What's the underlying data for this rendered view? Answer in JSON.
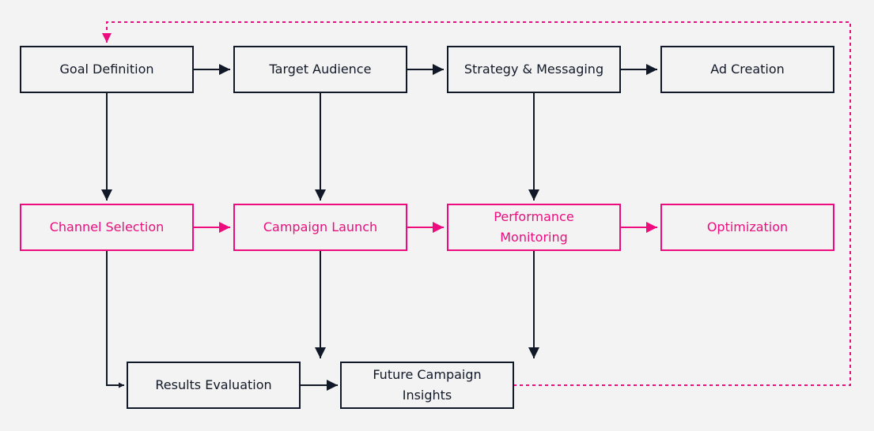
{
  "colors": {
    "primary": "#111827",
    "accent": "#ec0c7e",
    "background": "#f3f3f3"
  },
  "nodes": {
    "goal_definition": "Goal Definition",
    "target_audience": "Target Audience",
    "strategy_messaging": "Strategy & Messaging",
    "ad_creation": "Ad Creation",
    "channel_selection": "Channel Selection",
    "campaign_launch": "Campaign Launch",
    "performance_monitoring": "Performance Monitoring",
    "optimization": "Optimization",
    "results_evaluation": "Results Evaluation",
    "future_campaign_insights": "Future Campaign Insights"
  },
  "edges": [
    {
      "from": "goal_definition",
      "to": "target_audience",
      "style": "solid"
    },
    {
      "from": "target_audience",
      "to": "strategy_messaging",
      "style": "solid"
    },
    {
      "from": "strategy_messaging",
      "to": "ad_creation",
      "style": "solid"
    },
    {
      "from": "goal_definition",
      "to": "channel_selection",
      "style": "solid"
    },
    {
      "from": "target_audience",
      "to": "campaign_launch",
      "style": "solid"
    },
    {
      "from": "strategy_messaging",
      "to": "performance_monitoring",
      "style": "solid"
    },
    {
      "from": "channel_selection",
      "to": "campaign_launch",
      "style": "accent"
    },
    {
      "from": "campaign_launch",
      "to": "performance_monitoring",
      "style": "accent"
    },
    {
      "from": "performance_monitoring",
      "to": "optimization",
      "style": "accent"
    },
    {
      "from": "channel_selection",
      "to": "results_evaluation",
      "style": "solid"
    },
    {
      "from": "campaign_launch",
      "to": "future_campaign_insights",
      "style": "solid"
    },
    {
      "from": "performance_monitoring",
      "to": "future_campaign_insights",
      "style": "solid"
    },
    {
      "from": "results_evaluation",
      "to": "future_campaign_insights",
      "style": "solid"
    },
    {
      "from": "future_campaign_insights",
      "to": "goal_definition",
      "style": "dashed-accent"
    }
  ]
}
